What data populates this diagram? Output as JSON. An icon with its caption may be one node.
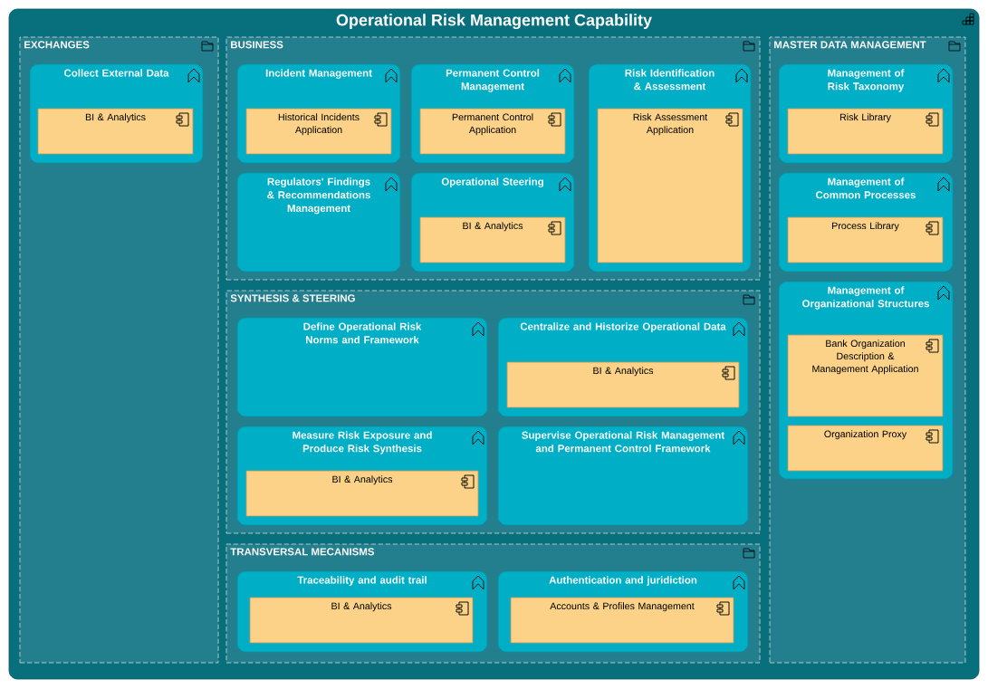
{
  "diagram": {
    "nodes": [
      {
        "text": [
          "Operational Risk Management Capability"
        ]
      },
      {
        "text": [
          "EXCHANGES"
        ],
        "in": 0
      },
      {
        "text": [
          "Collect External Data"
        ],
        "in": 1
      },
      {
        "text": [
          "BI & Analytics"
        ],
        "in": 2
      },
      {
        "text": [
          "BUSINESS"
        ],
        "in": 0
      },
      {
        "text": [
          "Incident Management"
        ],
        "in": 4
      },
      {
        "text": [
          "Historical Incidents Application"
        ],
        "in": 5
      },
      {
        "text": [
          "Permanent Control Management"
        ],
        "in": 4
      },
      {
        "text": [
          "Permanent Control Application"
        ],
        "in": 7
      },
      {
        "text": [
          "Risk Identification & Assessment"
        ],
        "in": 4
      },
      {
        "text": [
          "Risk Assessment Application"
        ],
        "in": 9
      },
      {
        "text": [
          "Regulators' Findings & Recommendations Management"
        ],
        "in": 4
      },
      {
        "text": [
          "Operational Steering"
        ],
        "in": 4
      },
      {
        "text": [
          "BI & Analytics"
        ],
        "in": 12
      },
      {
        "text": [
          "SYNTHESIS & STEERING"
        ],
        "in": 0
      },
      {
        "text": [
          "Define Operational Risk Norms and Framework"
        ],
        "in": 14
      },
      {
        "text": [
          "Centralize and Historize Operational Data"
        ],
        "in": 14
      },
      {
        "text": [
          "BI & Analytics"
        ],
        "in": 16
      },
      {
        "text": [
          "Measure Risk Exposure and Produce Risk Synthesis"
        ],
        "in": 14
      },
      {
        "text": [
          "BI & Analytics"
        ],
        "in": 18
      },
      {
        "text": [
          "Supervise Operational Risk Management and Permanent Control Framework"
        ],
        "in": 14
      },
      {
        "text": [
          "TRANSVERSAL MECANISMS"
        ],
        "in": 0
      },
      {
        "text": [
          "Traceability and audit trail"
        ],
        "in": 21
      },
      {
        "text": [
          "BI & Analytics"
        ],
        "in": 22
      },
      {
        "text": [
          "Authentication and juridiction"
        ],
        "in": 21
      },
      {
        "text": [
          "Accounts & Profiles Management"
        ],
        "in": 24
      },
      {
        "text": [
          "MASTER DATA MANAGEMENT"
        ],
        "in": 0
      },
      {
        "text": [
          "Management of Risk Taxonomy"
        ],
        "in": 26
      },
      {
        "text": [
          "Risk Library"
        ],
        "in": 27
      },
      {
        "text": [
          "Management of Common Processes"
        ],
        "in": 26
      },
      {
        "text": [
          "Process Library"
        ],
        "in": 29
      },
      {
        "text": [
          "Management of Organizational Structures"
        ],
        "in": 26
      },
      {
        "text": [
          "Bank Organization Description & Management Application"
        ],
        "in": 31
      },
      {
        "text": [
          "Organization Proxy"
        ],
        "in": 31
      }
    ]
  }
}
